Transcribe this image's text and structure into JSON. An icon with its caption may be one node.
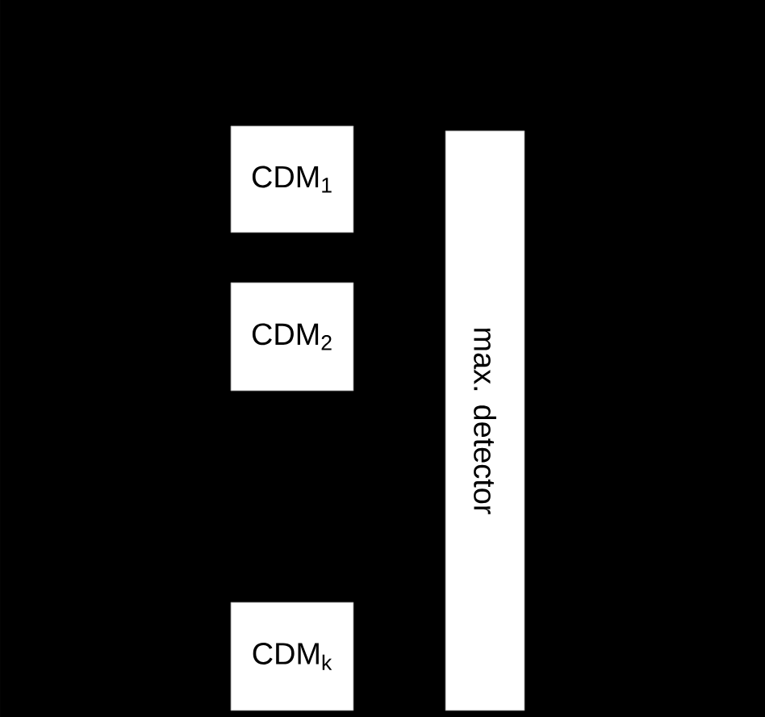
{
  "diagram": {
    "nodes": [
      {
        "text": [
          "CDM$_{1}$"
        ]
      },
      {
        "text": [
          "CDM$_{2}$"
        ]
      },
      {
        "text": [
          "CDM$_{k}$"
        ]
      },
      {
        "text": [
          "max. detector"
        ]
      }
    ]
  }
}
